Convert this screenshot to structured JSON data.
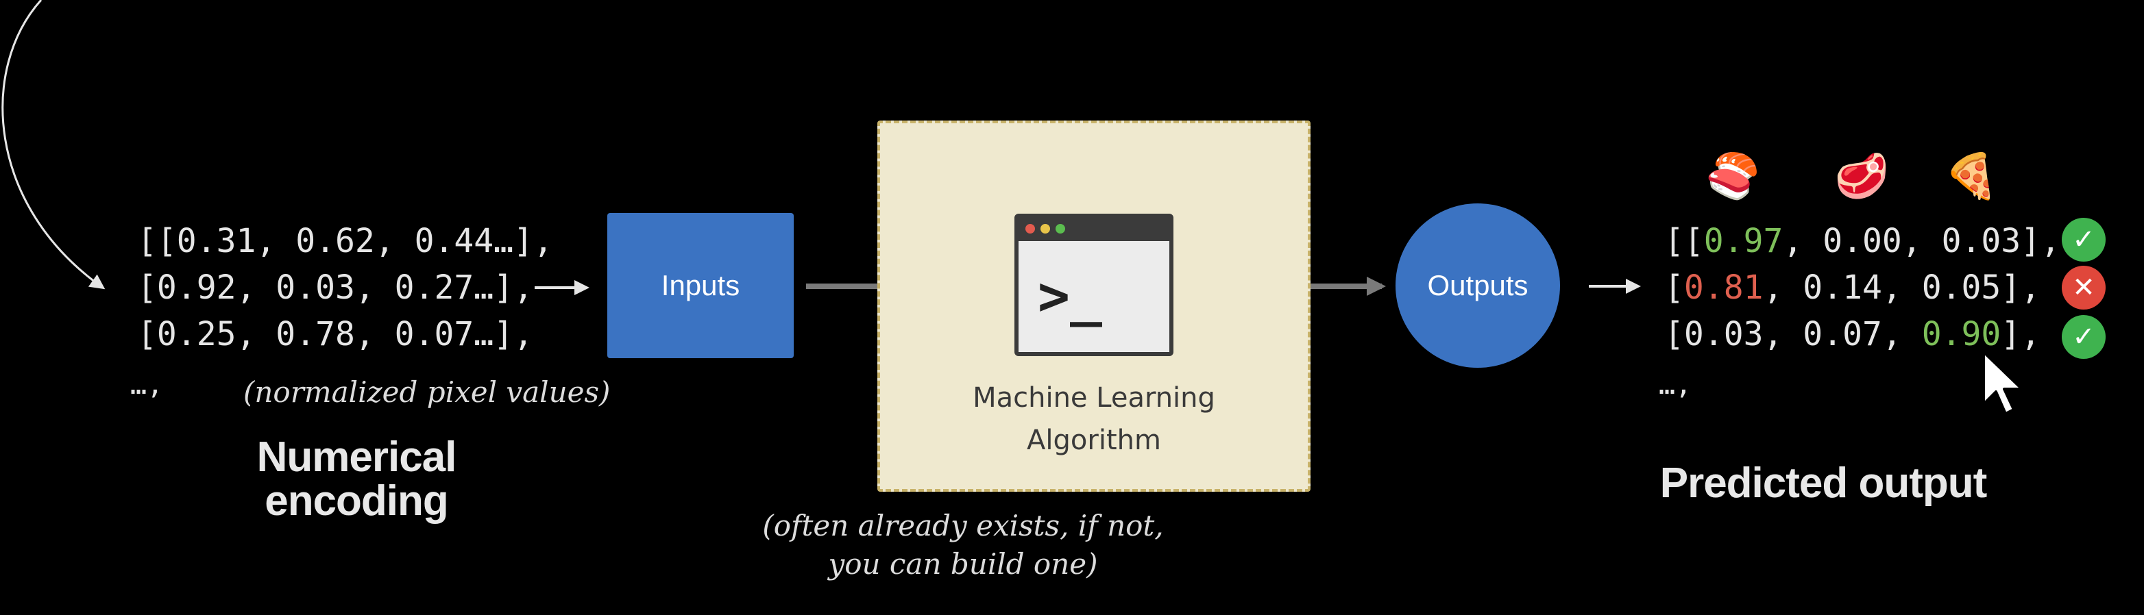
{
  "encoding": {
    "rows": [
      "[[0.31, 0.62, 0.44…],",
      "[0.92, 0.03, 0.27…],",
      "[0.25, 0.78, 0.07…],",
      "…,"
    ],
    "note": "(normalized pixel values)",
    "heading_line1": "Numerical",
    "heading_line2": "encoding"
  },
  "inputs_label": "Inputs",
  "algorithm": {
    "label_line1": "Machine Learning",
    "label_line2": "Algorithm",
    "prompt": ">_",
    "note_line1": "(often already exists, if not,",
    "note_line2": "you can build one)"
  },
  "outputs_label": "Outputs",
  "predicted": {
    "foods": [
      "🍣",
      "🥩",
      "🍕"
    ],
    "food_icons": [
      "sushi-icon",
      "steak-icon",
      "pizza-icon"
    ],
    "rows": [
      {
        "open": "[[",
        "v1": "0.97",
        "v2": "0.00",
        "v3": "0.03",
        "close": "],",
        "status": "correct"
      },
      {
        "open": "[",
        "v1": "0.81",
        "v2": "0.14",
        "v3": "0.05",
        "close": "],",
        "status": "wrong"
      },
      {
        "open": "[",
        "v1": "0.03",
        "v2": "0.07",
        "v3": "0.90",
        "close": "],",
        "status": "correct"
      }
    ],
    "ellipsis": "…,",
    "heading": "Predicted output",
    "check_glyph": "✓",
    "cross_glyph": "✕"
  },
  "colors": {
    "blue": "#3b73c2",
    "correct": "#3fb34f",
    "wrong": "#e0473b",
    "highlight_green": "#7ec05a",
    "highlight_red": "#e0604f"
  }
}
